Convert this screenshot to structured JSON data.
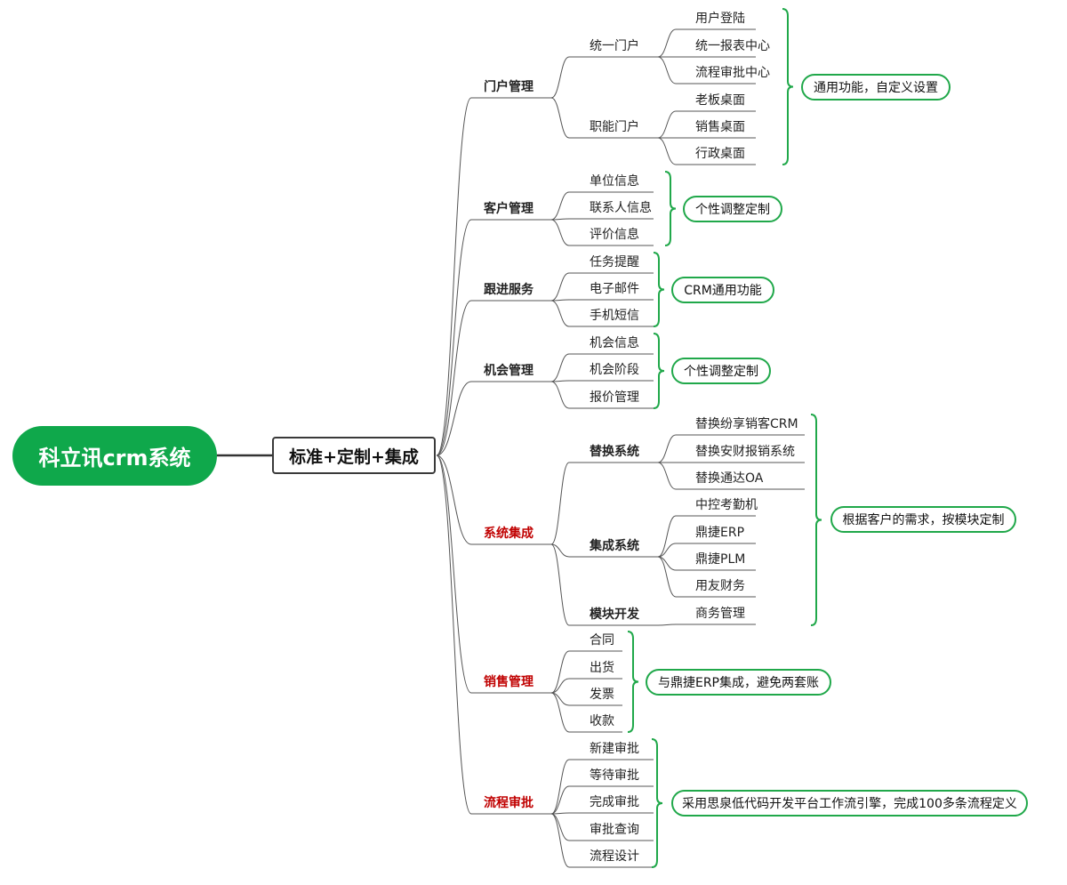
{
  "root": "科立讯crm系统",
  "center": "标准+定制+集成",
  "branches": {
    "portal": {
      "label": "门户管理",
      "unified": {
        "label": "统一门户",
        "items": [
          "用户登陆",
          "统一报表中心",
          "流程审批中心"
        ]
      },
      "role": {
        "label": "职能门户",
        "items": [
          "老板桌面",
          "销售桌面",
          "行政桌面"
        ]
      },
      "note": "通用功能，自定义设置"
    },
    "customer": {
      "label": "客户管理",
      "items": [
        "单位信息",
        "联系人信息",
        "评价信息"
      ],
      "note": "个性调整定制"
    },
    "followup": {
      "label": "跟进服务",
      "items": [
        "任务提醒",
        "电子邮件",
        "手机短信"
      ],
      "note": "CRM通用功能"
    },
    "opportunity": {
      "label": "机会管理",
      "items": [
        "机会信息",
        "机会阶段",
        "报价管理"
      ],
      "note": "个性调整定制"
    },
    "integration": {
      "label": "系统集成",
      "replace": {
        "label": "替换系统",
        "items": [
          "替换纷享销客CRM",
          "替换安财报销系统",
          "替换通达OA"
        ]
      },
      "integrate": {
        "label": "集成系统",
        "items": [
          "中控考勤机",
          "鼎捷ERP",
          "鼎捷PLM",
          "用友财务"
        ]
      },
      "module": {
        "label": "模块开发",
        "items": [
          "商务管理"
        ]
      },
      "note": "根据客户的需求，按模块定制"
    },
    "sales": {
      "label": "销售管理",
      "items": [
        "合同",
        "出货",
        "发票",
        "收款"
      ],
      "note": "与鼎捷ERP集成，避免两套账"
    },
    "workflow": {
      "label": "流程审批",
      "items": [
        "新建审批",
        "等待审批",
        "完成审批",
        "审批查询",
        "流程设计"
      ],
      "note": "采用思泉低代码开发平台工作流引擎，完成100多条流程定义"
    }
  },
  "colors": {
    "root": "#0fa84b",
    "note_border": "#20a84a",
    "highlight": "#c00000",
    "line": "#555555"
  }
}
